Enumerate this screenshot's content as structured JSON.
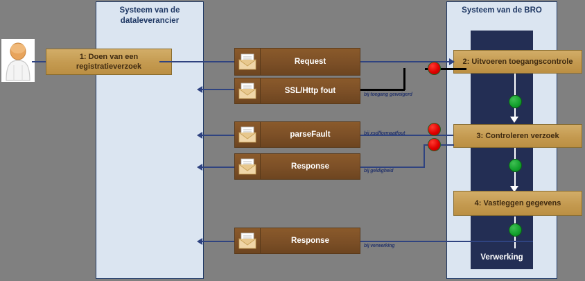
{
  "lanes": [
    {
      "id": "dataleverancier",
      "title": "Systeem van de dataleverancier"
    },
    {
      "id": "bro",
      "title": "Systeem van de BRO"
    }
  ],
  "actor": {
    "name": "actor-icon"
  },
  "activities": [
    {
      "id": "a1",
      "label": "1: Doen van een registratieverzoek"
    },
    {
      "id": "a2",
      "label": "2: Uitvoeren toegangscontrole"
    },
    {
      "id": "a3",
      "label": "3:  Controleren verzoek"
    },
    {
      "id": "a4",
      "label": "4: Vastleggen gegevens"
    }
  ],
  "processing": {
    "label": "Verwerking"
  },
  "messages": [
    {
      "id": "m1",
      "label": "Request",
      "icon": "envelope-icon"
    },
    {
      "id": "m2",
      "label": "SSL/Http fout",
      "icon": "envelope-icon"
    },
    {
      "id": "m3",
      "label": "parseFault",
      "icon": "envelope-icon"
    },
    {
      "id": "m4",
      "label": "Response",
      "icon": "envelope-icon"
    },
    {
      "id": "m5",
      "label": "Response",
      "icon": "envelope-icon"
    }
  ],
  "conditions": [
    {
      "id": "c1",
      "label": "bij toegang geweigerd"
    },
    {
      "id": "c2",
      "label": "bij xsd/formaatfout"
    },
    {
      "id": "c3",
      "label": "bij geldigheid"
    },
    {
      "id": "c4",
      "label": "bij verwerking"
    }
  ],
  "colors": {
    "background": "#808080",
    "lane_fill": "#dbe5f1",
    "lane_border": "#1f3864",
    "navy_band": "#232e54",
    "gold_box": "#c9a25a",
    "message_brown": "#7d5027",
    "connector_blue": "#2f4380",
    "dot_red": "#e00000",
    "dot_green": "#12a02c"
  }
}
